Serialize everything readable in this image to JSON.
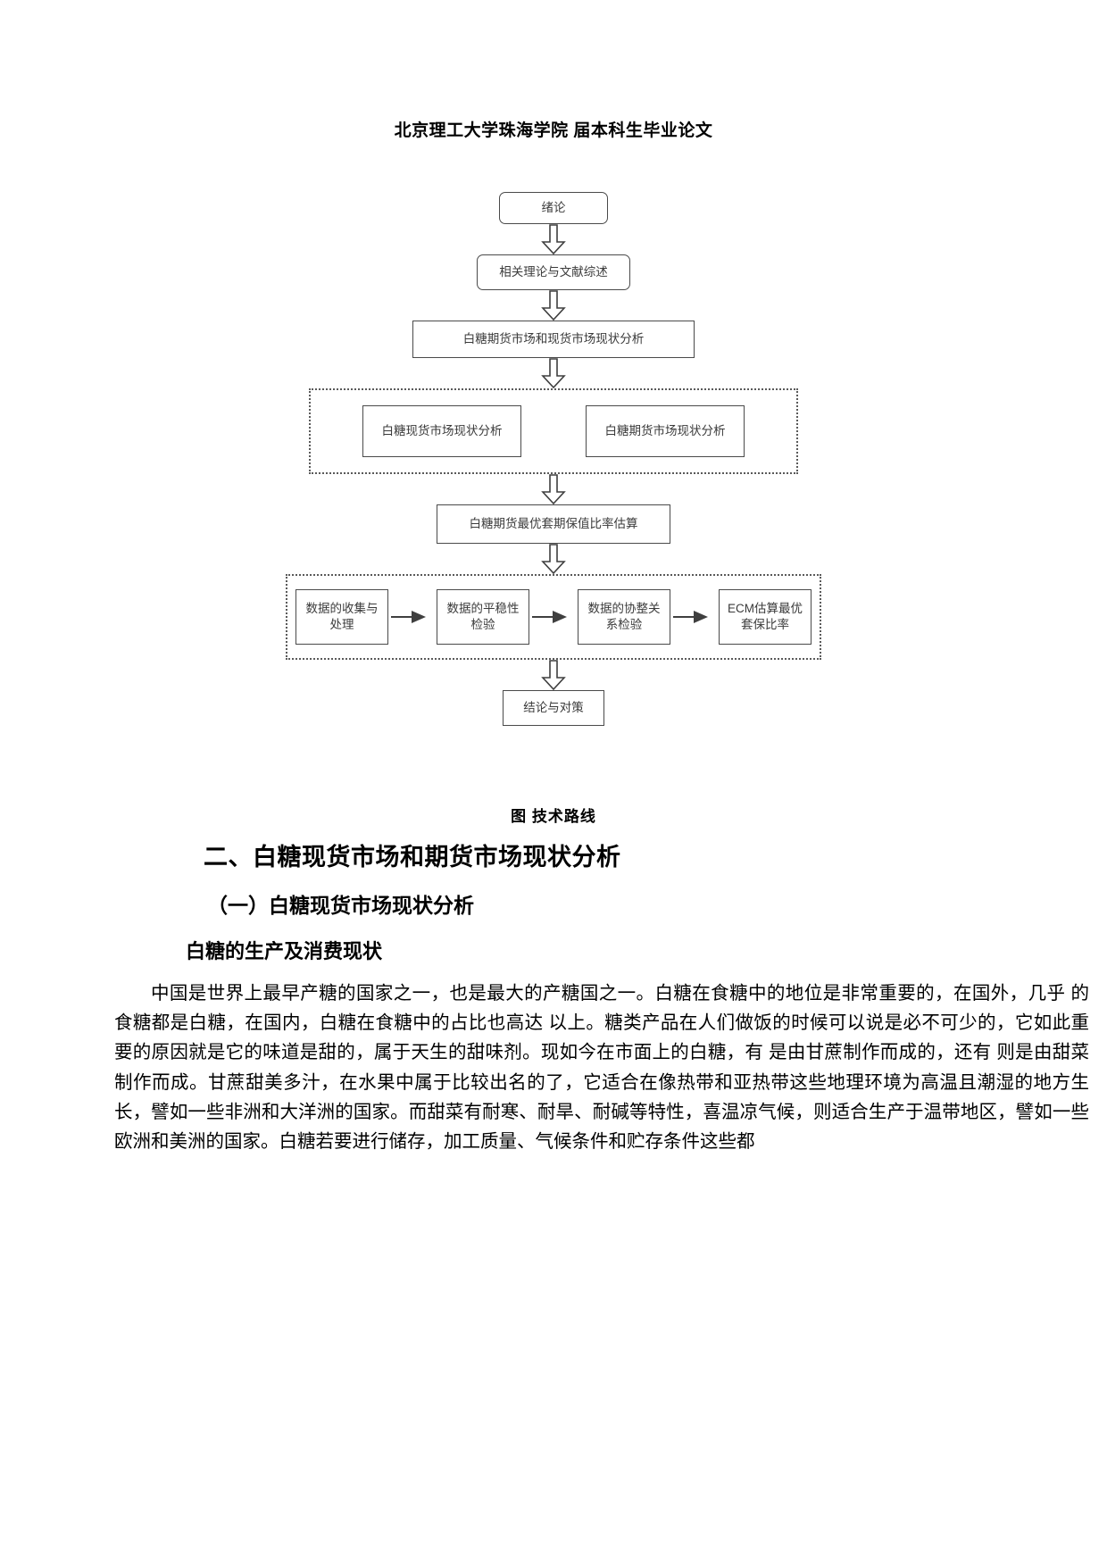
{
  "document": {
    "header": "北京理工大学珠海学院  届本科生毕业论文",
    "figure_caption": "图  技术路线"
  },
  "flowchart": {
    "nodes": {
      "intro": "绪论",
      "literature": "相关理论与文献综述",
      "market_analysis": "白糖期货市场和现货市场现状分析",
      "spot_market": "白糖现货市场现状分析",
      "futures_market": "白糖期货市场现状分析",
      "hedge_ratio": "白糖期货最优套期保值比率估算",
      "step1": "数据的收集与处理",
      "step2": "数据的平稳性检验",
      "step3": "数据的协整关系检验",
      "step4": "ECM估算最优套保比率",
      "conclusion": "结论与对策"
    }
  },
  "sections": {
    "heading2": "二、白糖现货市场和期货市场现状分析",
    "heading3": "（一）白糖现货市场现状分析",
    "heading4": "白糖的生产及消费现状",
    "paragraph1": "中国是世界上最早产糖的国家之一，也是最大的产糖国之一。白糖在食糖中的地位是非常重要的，在国外，几乎 的食糖都是白糖，在国内，白糖在食糖中的占比也高达 以上。糖类产品在人们做饭的时候可以说是必不可少的，它如此重要的原因就是它的味道是甜的，属于天生的甜味剂。现如今在市面上的白糖，有 是由甘蔗制作而成的，还有 则是由甜菜制作而成。甘蔗甜美多汁，在水果中属于比较出名的了，它适合在像热带和亚热带这些地理环境为高温且潮湿的地方生长，譬如一些非洲和大洋洲的国家。而甜菜有耐寒、耐旱、耐碱等特性，喜温凉气候，则适合生产于温带地区，譬如一些欧洲和美洲的国家。白糖若要进行储存，加工质量、气候条件和贮存条件这些都"
  }
}
